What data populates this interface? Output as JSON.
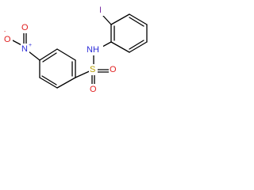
{
  "molecule": {
    "atoms": {
      "iodine": {
        "label": "I",
        "color": "#7a2fa3"
      },
      "nitrogen_amide": {
        "label": "NH",
        "color": "#2b2bd8"
      },
      "sulfur": {
        "label": "S",
        "color": "#b8a000"
      },
      "oxygen_sulfonyl_1": {
        "label": "O",
        "color": "#e02020"
      },
      "oxygen_sulfonyl_2": {
        "label": "O",
        "color": "#e02020"
      },
      "nitrogen_nitro": {
        "label": "N",
        "charge": "+",
        "color": "#2b2bd8"
      },
      "oxygen_nitro_1": {
        "label": "O",
        "charge": "-",
        "color": "#e02020"
      },
      "oxygen_nitro_2": {
        "label": "O",
        "color": "#e02020"
      }
    }
  }
}
